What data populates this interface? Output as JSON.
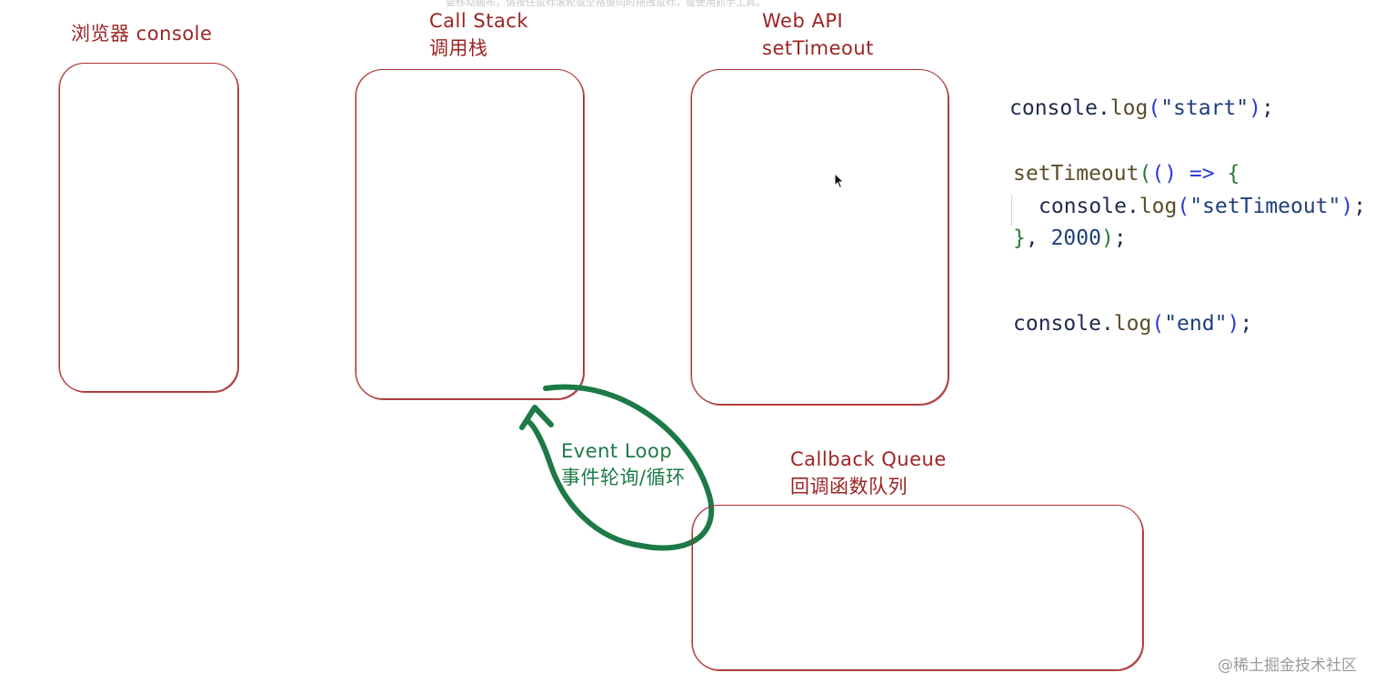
{
  "top_hint": "要移动画布，请按住鼠标滚轮或空格键同时拖拽鼠标，或使用抓手工具。",
  "labels": {
    "browser_console": "浏览器 console",
    "call_stack_en": "Call Stack",
    "call_stack_zh": "调用栈",
    "web_api_en": "Web API",
    "web_api_zh": "setTimeout",
    "event_loop_en": "Event Loop",
    "event_loop_zh": "事件轮询/循环",
    "callback_queue_en": "Callback Queue",
    "callback_queue_zh": "回调函数队列"
  },
  "code": {
    "line1": {
      "obj": "console",
      "dot": ".",
      "method": "log",
      "open": "(",
      "str": "\"start\"",
      "close": ")",
      "end": ";"
    },
    "line2": {
      "fn": "setTimeout",
      "open": "(",
      "args": "()",
      "arrow": " => ",
      "brace": "{"
    },
    "line3": {
      "obj": "console",
      "dot": ".",
      "method": "log",
      "open": "(",
      "str": "\"setTimeout\"",
      "close": ")",
      "end": ";"
    },
    "line4": {
      "brace": "}",
      "sep": ", ",
      "num": "2000",
      "close": ")",
      "end": ";"
    },
    "line5": {
      "obj": "console",
      "dot": ".",
      "method": "log",
      "open": "(",
      "str": "\"end\"",
      "close": ")",
      "end": ";"
    }
  },
  "watermark": "@稀土掘金技术社区",
  "colors": {
    "box_stroke": "#a8302f",
    "label_red": "#9b2423",
    "loop_green": "#1d7a46"
  },
  "icons": {
    "cursor": "mouse-pointer-icon",
    "loop_arrow": "circular-arrow-icon"
  }
}
